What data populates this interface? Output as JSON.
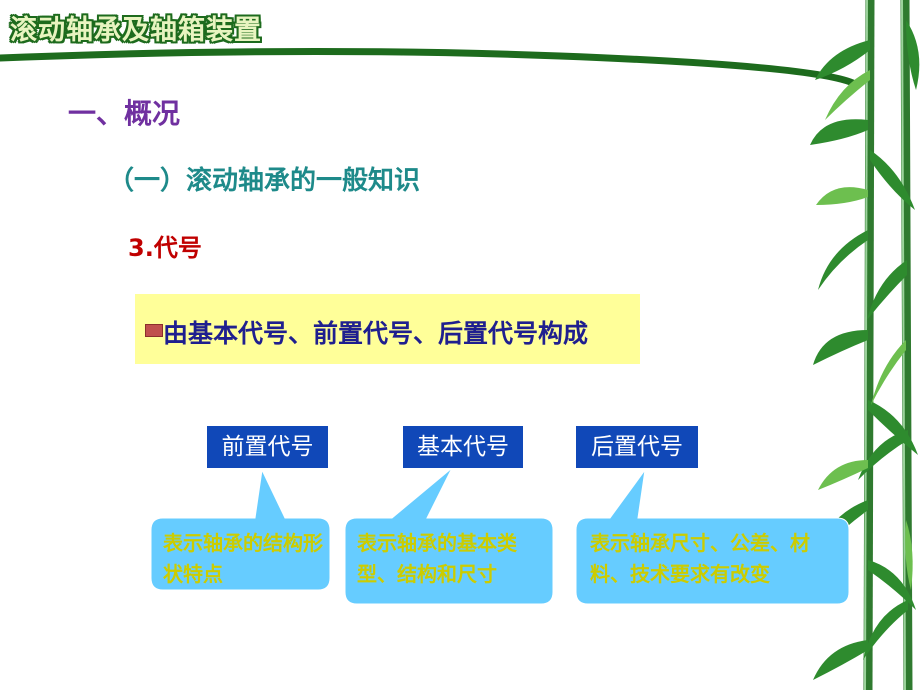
{
  "header": {
    "title": "滚动轴承及轴箱装置"
  },
  "outline": {
    "section": "一、概况",
    "subsection": "（一）滚动轴承的一般知识",
    "topic": "3.代号"
  },
  "info": {
    "text": "由基本代号、前置代号、后置代号构成"
  },
  "codes": [
    {
      "label": "前置代号",
      "description": "表示轴承的结构形状特点"
    },
    {
      "label": "基本代号",
      "description": "表示轴承的基本类型、结构和尺寸"
    },
    {
      "label": "后置代号",
      "description": "表示轴承尺寸、公差、材料、技术要求有改变"
    }
  ],
  "colors": {
    "callout_fill": "#66ccff",
    "code_box": "#1048b8",
    "info_box": "#ffff99",
    "header_green": "#1d6b1d"
  }
}
